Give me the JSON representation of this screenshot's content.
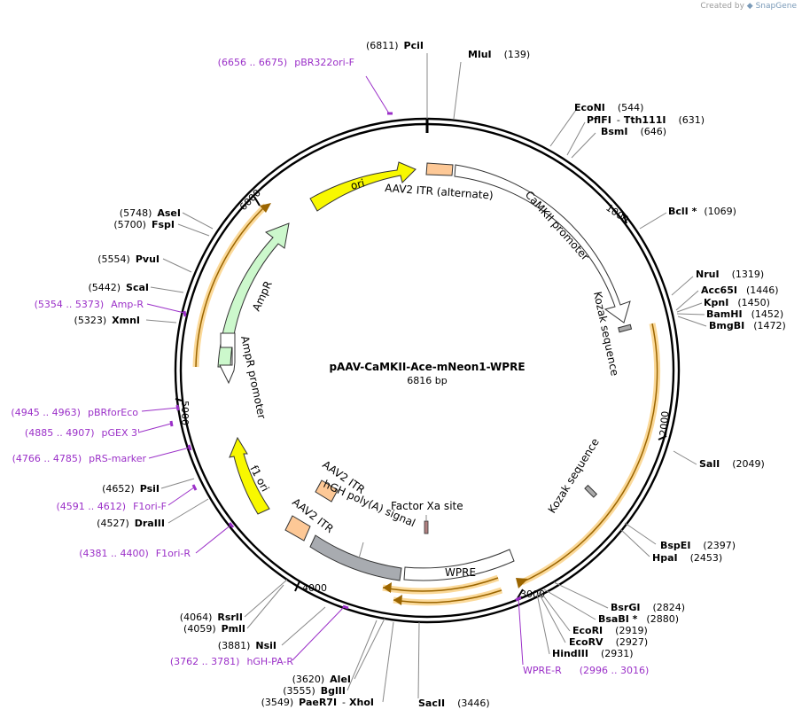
{
  "credit": {
    "prefix": "Created by",
    "brand": "SnapGene"
  },
  "plasmid": {
    "name": "pAAV-CaMKII-Ace-mNeon1-WPRE",
    "size": "6816 bp"
  },
  "ticks": [
    "1000",
    "2000",
    "3000",
    "4000",
    "5000",
    "6000"
  ],
  "features": {
    "ori": "ori",
    "itr_alt": "AAV2 ITR (alternate)",
    "camkii": "CaMKII promoter",
    "kozak1": "Kozak sequence",
    "kozak2": "Kozak sequence",
    "ampr": "AmpR",
    "ampr_promoter": "AmpR promoter",
    "f1ori": "f1 ori",
    "itr1": "AAV2 ITR",
    "itr2": "AAV2 ITR",
    "hgh": "hGH poly(A) signal",
    "factorxa": "Factor Xa site",
    "wpre": "WPRE"
  },
  "sites": {
    "pcil": {
      "pos": "(6811)",
      "name": "PciI"
    },
    "mlui": {
      "name": "MluI",
      "pos": "(139)"
    },
    "econi": {
      "name": "EcoNI",
      "pos": "(544)"
    },
    "pflfi": {
      "name": "PflFI",
      "sep": "-",
      "name2": "Tth111I",
      "pos": "(631)"
    },
    "bsmi": {
      "name": "BsmI",
      "pos": "(646)"
    },
    "bcli": {
      "name": "BclI *",
      "pos": "(1069)"
    },
    "nrui": {
      "name": "NruI",
      "pos": "(1319)"
    },
    "acc65i": {
      "name": "Acc65I",
      "pos": "(1446)"
    },
    "kpni": {
      "name": "KpnI",
      "pos": "(1450)"
    },
    "bamhi": {
      "name": "BamHI",
      "pos": "(1452)"
    },
    "bmgbi": {
      "name": "BmgBI",
      "pos": "(1472)"
    },
    "sali": {
      "name": "SalI",
      "pos": "(2049)"
    },
    "bspei": {
      "name": "BspEI",
      "pos": "(2397)"
    },
    "hpai": {
      "name": "HpaI",
      "pos": "(2453)"
    },
    "bsrgi": {
      "name": "BsrGI",
      "pos": "(2824)"
    },
    "bsabi": {
      "name": "BsaBI *",
      "pos": "(2880)"
    },
    "ecori": {
      "name": "EcoRI",
      "pos": "(2919)"
    },
    "ecorv": {
      "name": "EcoRV",
      "pos": "(2927)"
    },
    "hindiii": {
      "name": "HindIII",
      "pos": "(2931)"
    },
    "sacii": {
      "name": "SacII",
      "pos": "(3446)"
    },
    "alei": {
      "pos": "(3620)",
      "name": "AleI"
    },
    "bglii": {
      "pos": "(3555)",
      "name": "BglII"
    },
    "paer7i": {
      "pos": "(3549)",
      "name": "PaeR7I",
      "sep": "-",
      "name2": "XhoI"
    },
    "nsii": {
      "pos": "(3881)",
      "name": "NsiI"
    },
    "rsrii": {
      "pos": "(4064)",
      "name": "RsrII"
    },
    "pmli": {
      "pos": "(4059)",
      "name": "PmlI"
    },
    "draiii": {
      "pos": "(4527)",
      "name": "DraIII"
    },
    "psii": {
      "pos": "(4652)",
      "name": "PsiI"
    },
    "xmni": {
      "pos": "(5323)",
      "name": "XmnI"
    },
    "scai": {
      "pos": "(5442)",
      "name": "ScaI"
    },
    "pvui": {
      "pos": "(5554)",
      "name": "PvuI"
    },
    "asei": {
      "pos": "(5748)",
      "name": "AseI"
    },
    "fspi": {
      "pos": "(5700)",
      "name": "FspI"
    }
  },
  "primers": {
    "pbr322ori": {
      "range": "(6656 .. 6675)",
      "name": "pBR322ori-F"
    },
    "ampr": {
      "range": "(5354 .. 5373)",
      "name": "Amp-R"
    },
    "pbrforeco": {
      "range": "(4945 .. 4963)",
      "name": "pBRforEco"
    },
    "pgex": {
      "range": "(4885 .. 4907)",
      "name": "pGEX 3'"
    },
    "prs": {
      "range": "(4766 .. 4785)",
      "name": "pRS-marker"
    },
    "f1orif": {
      "range": "(4591 .. 4612)",
      "name": "F1ori-F"
    },
    "f1orir": {
      "range": "(4381 .. 4400)",
      "name": "F1ori-R"
    },
    "hghpa": {
      "range": "(3762 .. 3781)",
      "name": "hGH-PA-R"
    },
    "wprer": {
      "name": "WPRE-R",
      "range": "(2996 .. 3016)"
    }
  },
  "colors": {
    "ori": "#f8f800",
    "itr": "#fdc896",
    "camkii": "#ffffff",
    "ampr": "#ccf8cc",
    "hgh": "#a8abb0",
    "wpre": "#ffffff",
    "orf_highlight": "#fbd999",
    "orf_line": "#9b6500",
    "primer": "#9b30c8"
  }
}
